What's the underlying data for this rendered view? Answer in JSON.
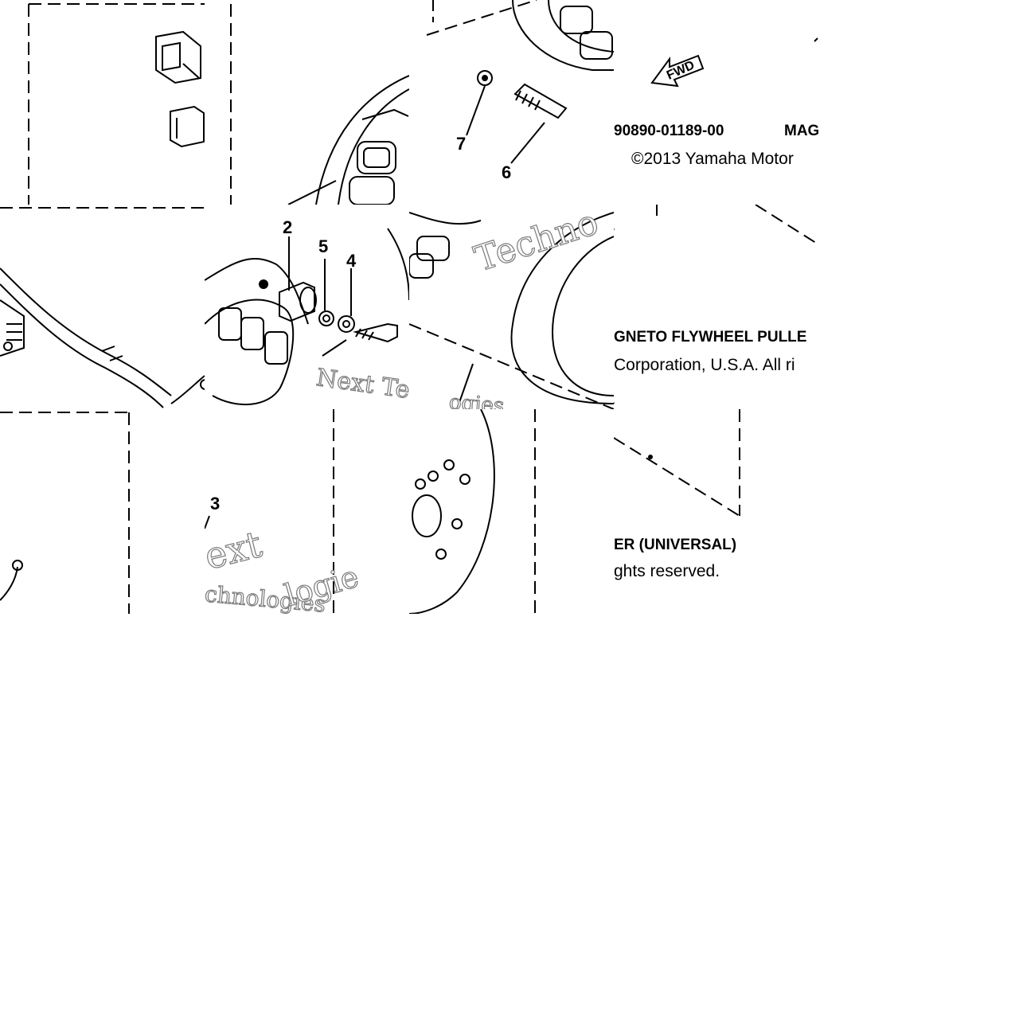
{
  "callouts": {
    "c2": "2",
    "c3": "3",
    "c4": "4",
    "c5": "5",
    "c6": "6",
    "c7": "7"
  },
  "tool": {
    "part_number": "90890-01189-00",
    "name_fragment_1": "MAG",
    "name_fragment_2": "GNETO FLYWHEEL PULLE",
    "name_fragment_3": "ER (UNIVERSAL)"
  },
  "copyright": {
    "line1": "©2013 Yamaha Motor",
    "line2": "Corporation, U.S.A. All ri",
    "line3": "ghts reserved."
  },
  "direction_arrow": {
    "label": "FWD"
  },
  "watermark": {
    "frag1": "Techno",
    "frag2": "Next Te",
    "frag3": "ogies",
    "frag4": "ext",
    "frag5": "chnologies",
    "frag6": "logie"
  }
}
